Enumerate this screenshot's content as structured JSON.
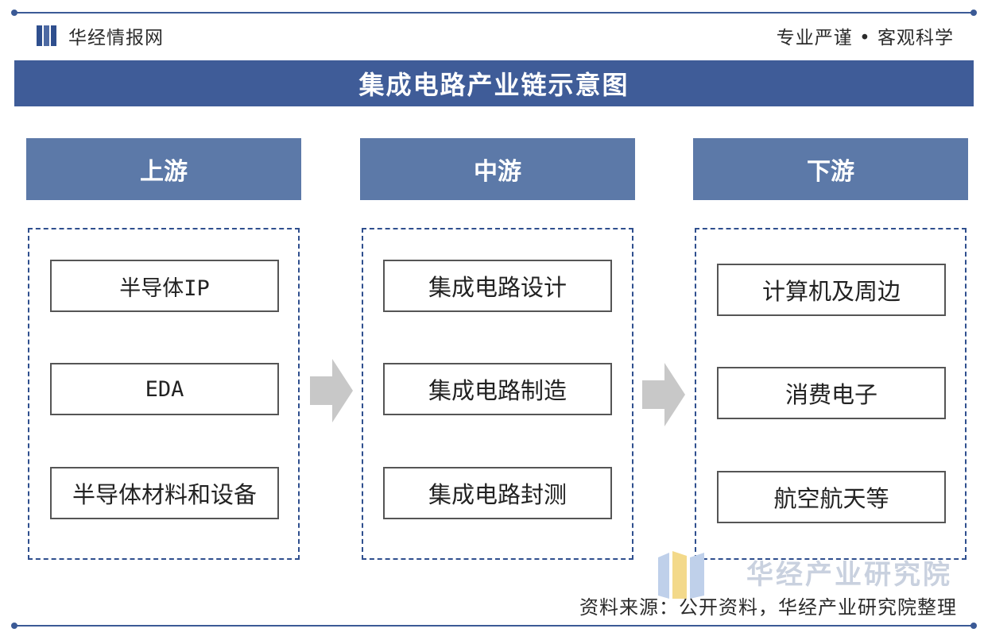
{
  "header": {
    "brand": "华经情报网",
    "slogan": "专业严谨 • 客观科学"
  },
  "title": "集成电路产业链示意图",
  "stages": [
    {
      "label": "上游",
      "items": [
        "半导体IP",
        "EDA",
        "半导体材料和设备"
      ]
    },
    {
      "label": "中游",
      "items": [
        "集成电路设计",
        "集成电路制造",
        "集成电路封测"
      ]
    },
    {
      "label": "下游",
      "items": [
        "计算机及周边",
        "消费电子",
        "航空航天等"
      ]
    }
  ],
  "watermark": {
    "brand": "华经产业研究院"
  },
  "source": "资料来源：公开资料，华经产业研究院整理",
  "colors": {
    "title_band": "#3f5c98",
    "stage_header": "#5c79a8",
    "dashed_border": "#2f4f8e",
    "arrow": "#c8c8c8"
  }
}
